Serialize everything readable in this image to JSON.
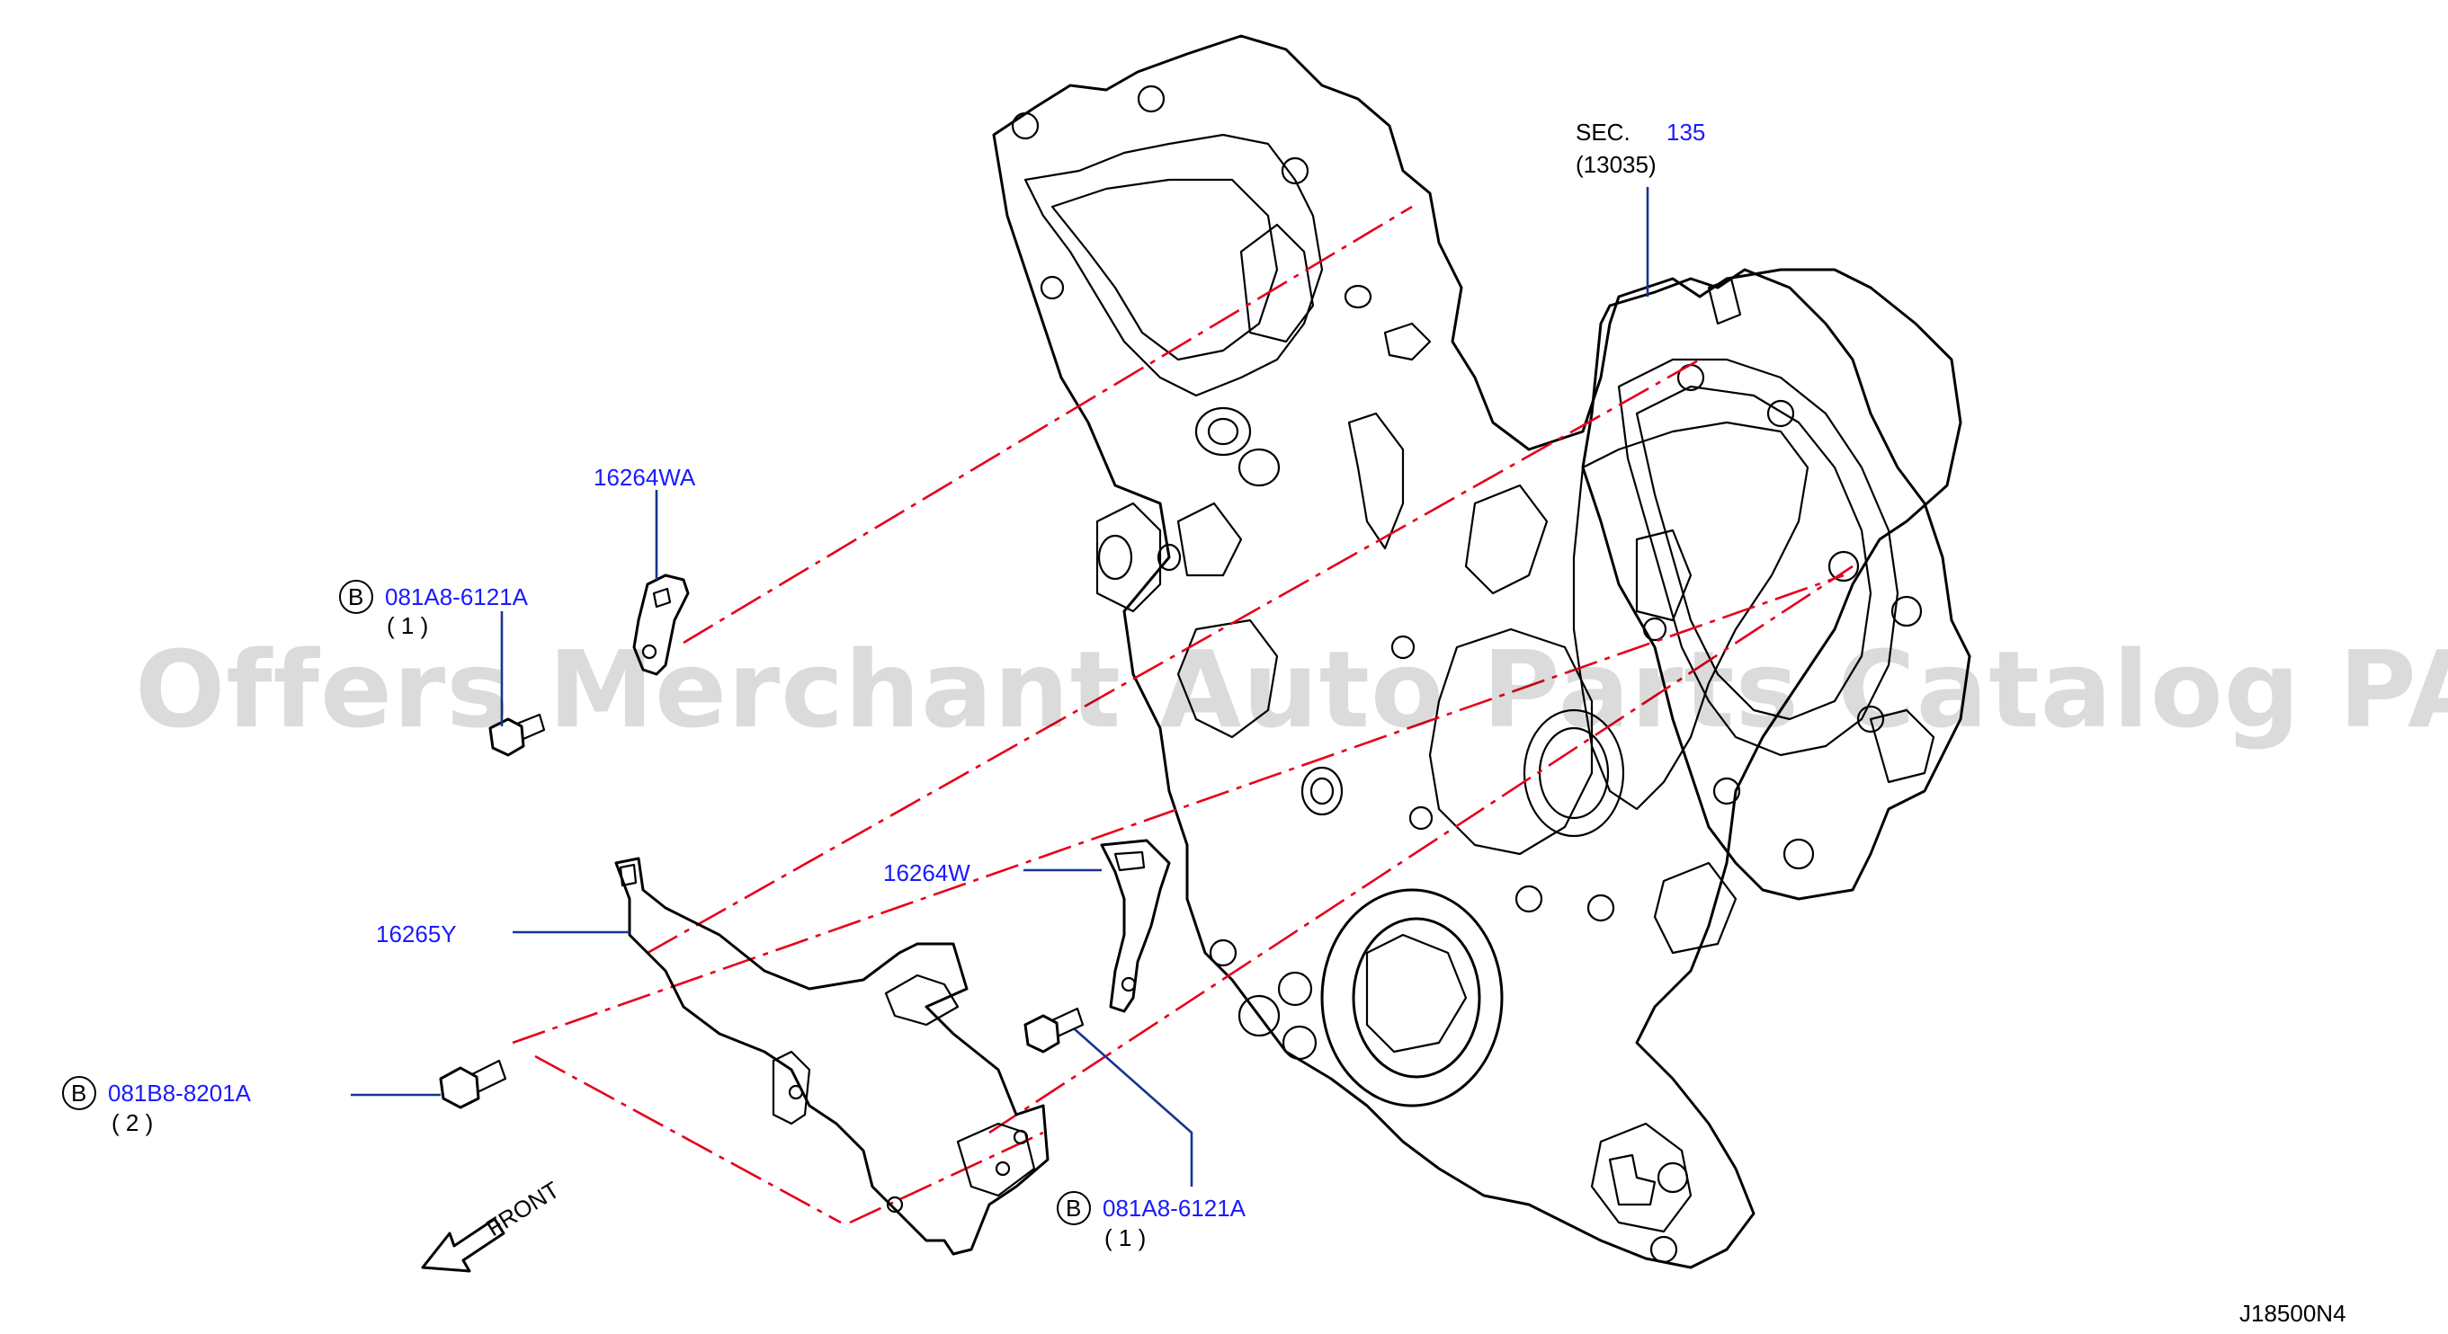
{
  "labels": {
    "sec_prefix": "SEC.",
    "sec_number": "135",
    "sec_sub": "(13035)",
    "part_16264WA": "16264WA",
    "bolt_top_code": "081A8-6121A",
    "bolt_top_qty": "( 1 )",
    "part_16264W": "16264W",
    "part_16265Y": "16265Y",
    "bolt_left_code": "081B8-8201A",
    "bolt_left_qty": "( 2 )",
    "bolt_bottom_code": "081A8-6121A",
    "bolt_bottom_qty": "( 1 )",
    "bolt_marker": "B",
    "front_label": "FRONT",
    "diagram_id": "J18500N4"
  },
  "watermark": "Offers Merchant Auto Parts Catalog PARTSTORE.SA",
  "colors": {
    "part_number_text": "#1a1aff",
    "leader_line": "#16358f",
    "chain_line": "#e6001a",
    "outline": "#000000"
  }
}
